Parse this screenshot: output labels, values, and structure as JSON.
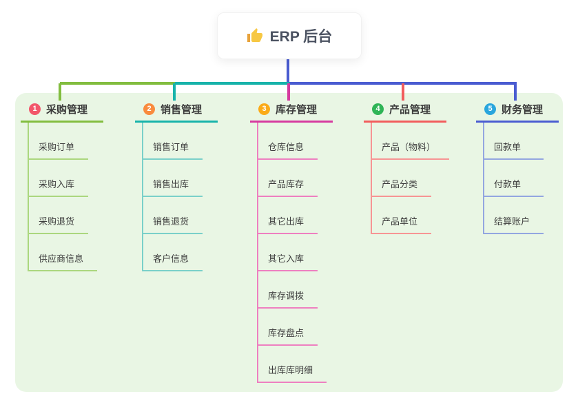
{
  "root": {
    "label": "ERP 后台",
    "icon": "thumbs-up-icon"
  },
  "colors": {
    "panel_bg": "#e9f6e4",
    "trunk": "#4a5cd1",
    "text": "#3d3d3d"
  },
  "branches": [
    {
      "index": "1",
      "label": "采购管理",
      "badge_color": "#f2566a",
      "line_color": "#82bd3f",
      "light_color": "#abd77e",
      "children": [
        "采购订单",
        "采购入库",
        "采购退货",
        "供应商信息"
      ]
    },
    {
      "index": "2",
      "label": "销售管理",
      "badge_color": "#f98b3e",
      "line_color": "#17b3aa",
      "light_color": "#7ad0c9",
      "children": [
        "销售订单",
        "销售出库",
        "销售退货",
        "客户信息"
      ]
    },
    {
      "index": "3",
      "label": "库存管理",
      "badge_color": "#fbab19",
      "line_color": "#d63a9f",
      "light_color": "#ee7fc0",
      "children": [
        "仓库信息",
        "产品库存",
        "其它出库",
        "其它入库",
        "库存调拨",
        "库存盘点",
        "出库库明细"
      ]
    },
    {
      "index": "4",
      "label": "产品管理",
      "badge_color": "#2fb456",
      "line_color": "#f25d5d",
      "light_color": "#f79494",
      "children": [
        "产品（物料）",
        "产品分类",
        "产品单位"
      ]
    },
    {
      "index": "5",
      "label": "财务管理",
      "badge_color": "#29a6dd",
      "line_color": "#4a5cd1",
      "light_color": "#93a6e0",
      "children": [
        "回款单",
        "付款单",
        "结算账户"
      ]
    }
  ]
}
